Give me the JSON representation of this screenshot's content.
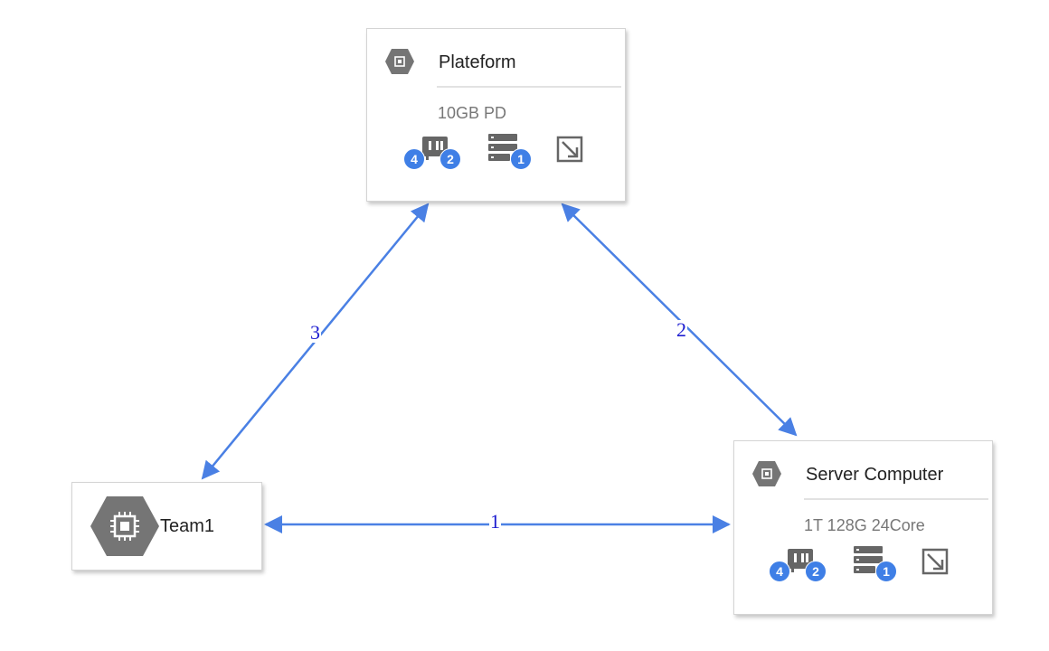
{
  "nodes": {
    "plateform": {
      "title": "Plateform",
      "spec": "10GB PD",
      "badges": {
        "left": "4",
        "right": "2",
        "storage": "1"
      }
    },
    "server": {
      "title": "Server Computer",
      "spec": "1T 128G 24Core",
      "badges": {
        "left": "4",
        "right": "2",
        "storage": "1"
      }
    },
    "team1": {
      "title": "Team1"
    }
  },
  "edges": [
    {
      "label": "1",
      "from": "Team1",
      "to": "Server Computer"
    },
    {
      "label": "2",
      "from": "Plateform",
      "to": "Server Computer"
    },
    {
      "label": "3",
      "from": "Plateform",
      "to": "Team1"
    }
  ],
  "colors": {
    "edge": "#4a80e4",
    "badge": "#3f7fe6",
    "label": "#1d1dd0",
    "hexagon": "#757575"
  },
  "icons": [
    "compute-hexagon-icon",
    "memory-chip-icon",
    "storage-stack-icon",
    "resize-arrow-icon"
  ]
}
